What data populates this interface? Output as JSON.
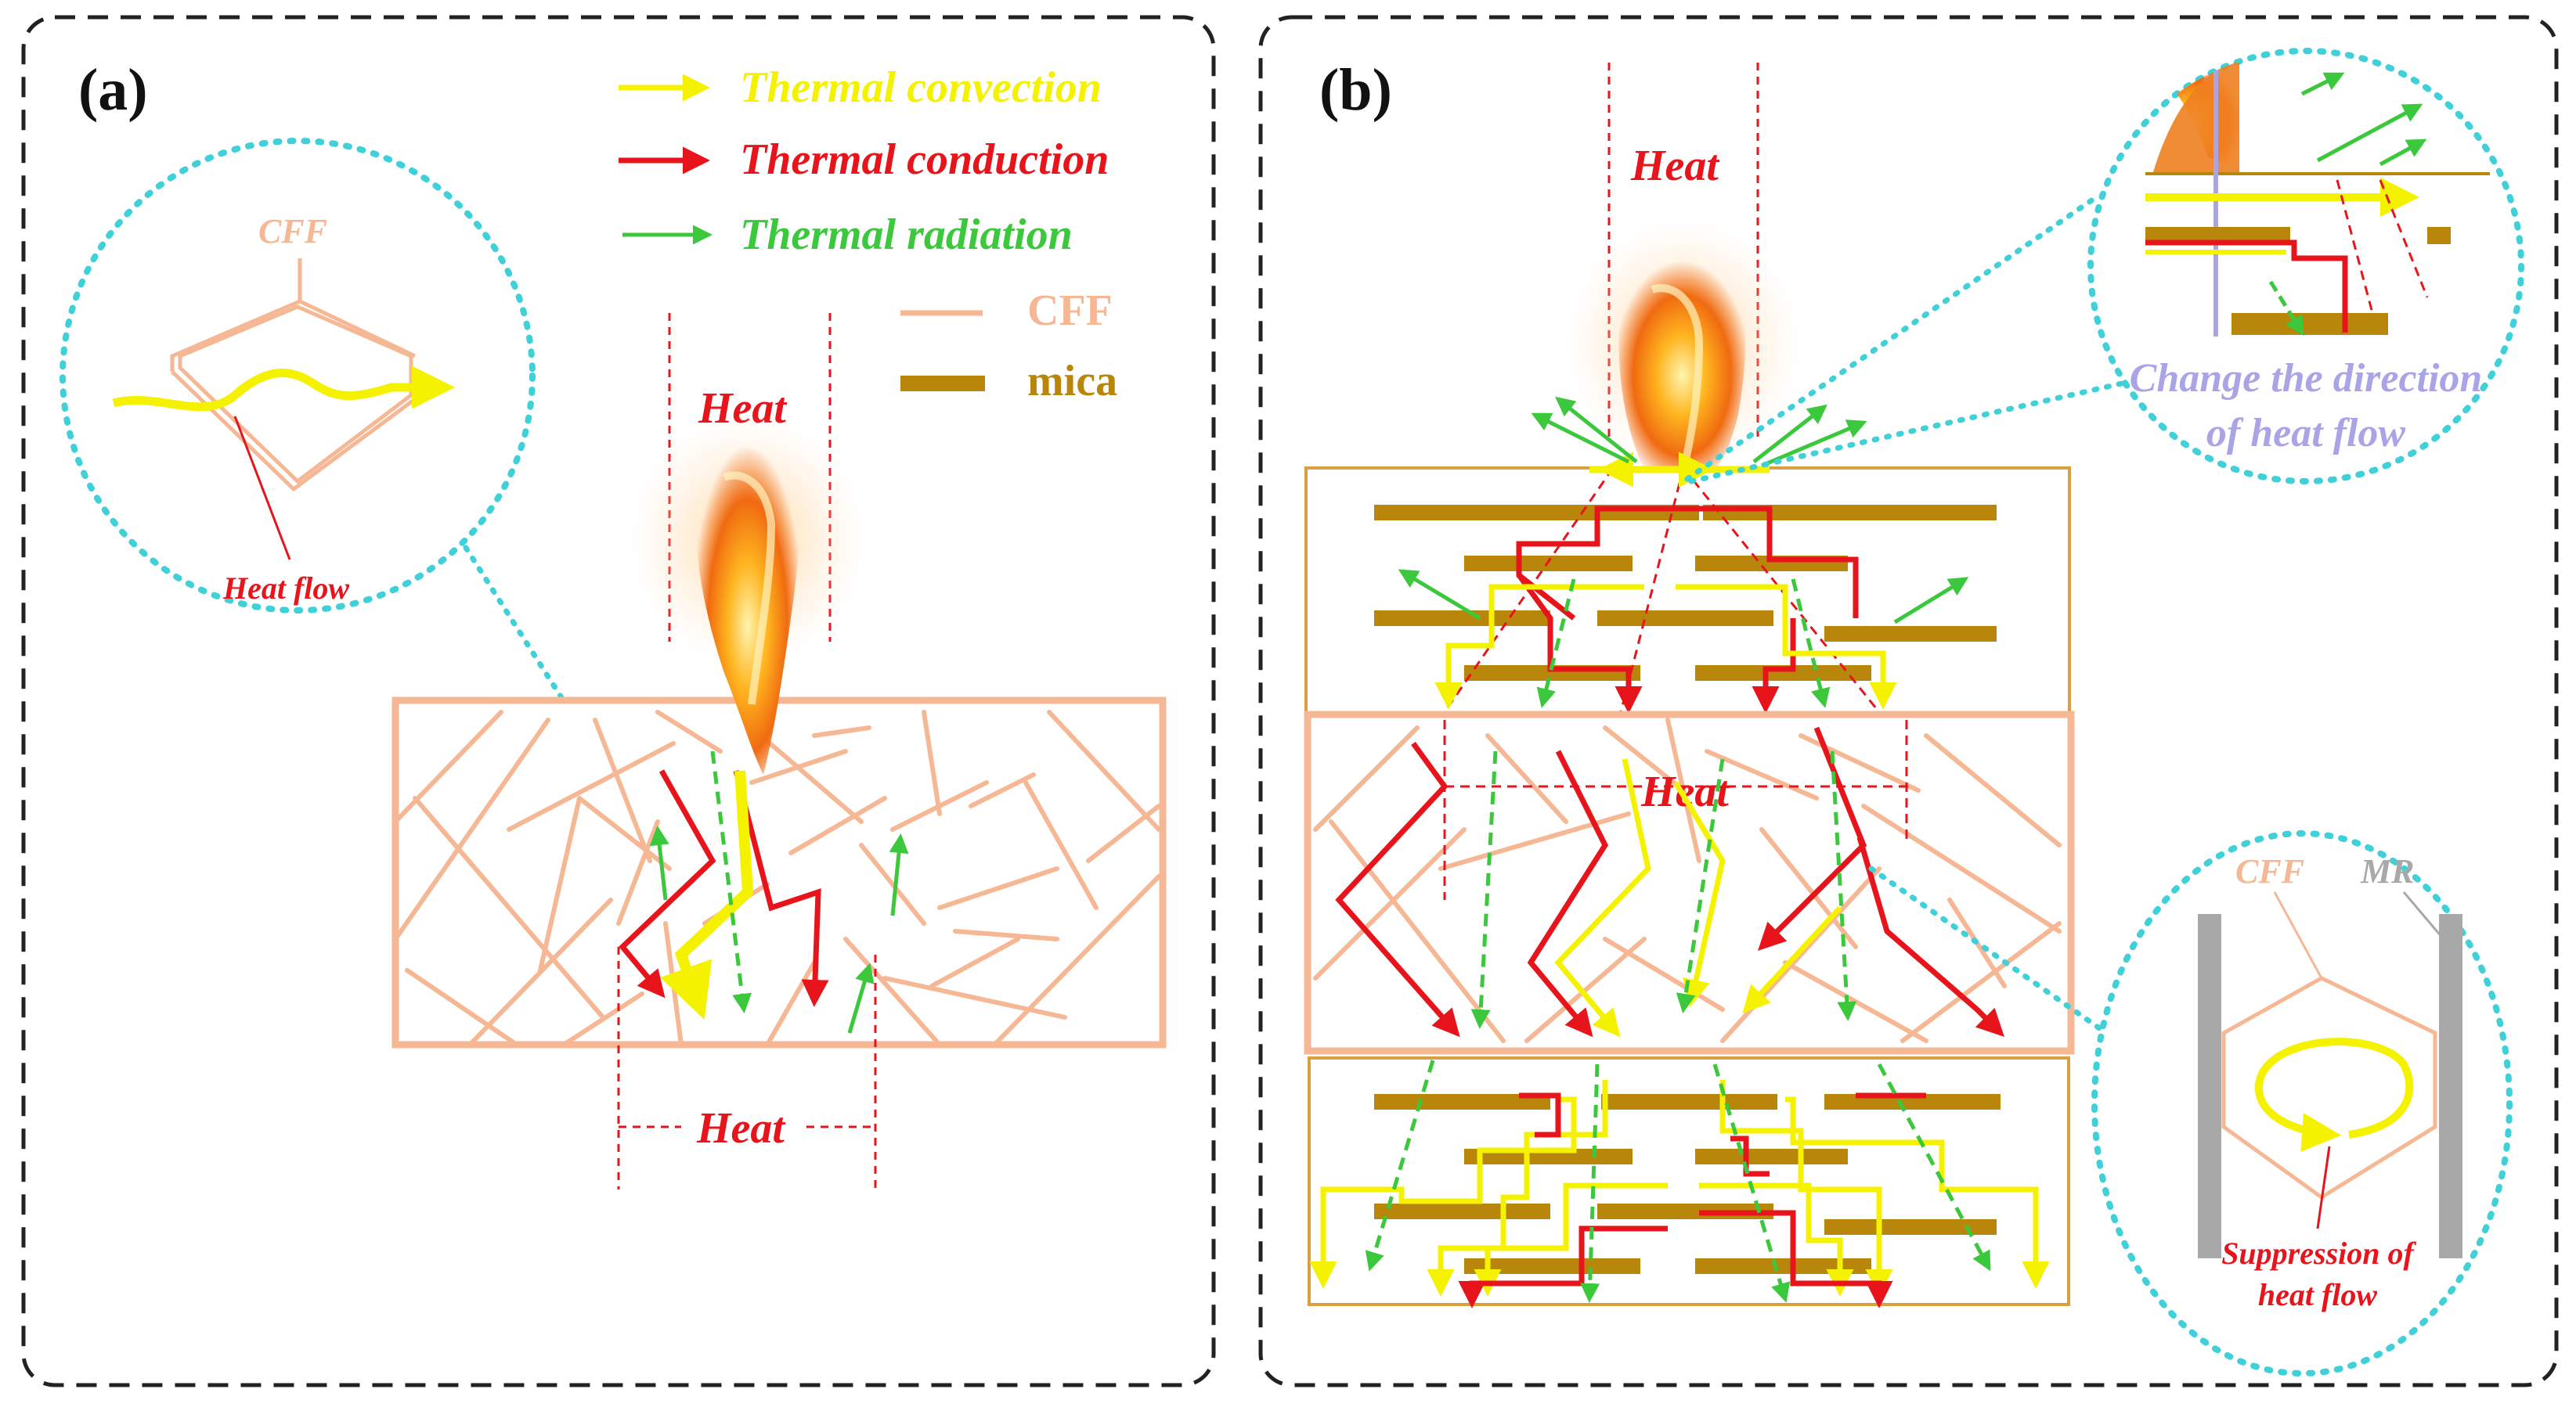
{
  "panel_a": {
    "label": "(a)",
    "legend": {
      "convection": "Thermal convection",
      "conduction": "Thermal conduction",
      "radiation": "Thermal radiation",
      "cff": "CFF",
      "mica": "mica"
    },
    "zoom": {
      "cff_label": "CFF",
      "heat_flow_label": "Heat flow"
    },
    "heat_top": "Heat",
    "heat_bottom": "Heat"
  },
  "panel_b": {
    "label": "(b)",
    "heat_top": "Heat",
    "heat_middle": "Heat",
    "zoom_top": {
      "caption_line1": "Change the direction",
      "caption_line2": "of heat flow"
    },
    "zoom_bottom": {
      "cff_label": "CFF",
      "mr_label": "MR",
      "caption_line1": "Suppression of",
      "caption_line2": "heat flow"
    }
  },
  "colors": {
    "convection": "#f5f200",
    "conduction": "#e8141b",
    "radiation": "#3cc83c",
    "cff": "#f6b894",
    "mica": "#b8860b",
    "zoom_border": "#3fd0d8",
    "caption_purple": "#a9a4e6",
    "mr_gray": "#a8a8a8"
  }
}
